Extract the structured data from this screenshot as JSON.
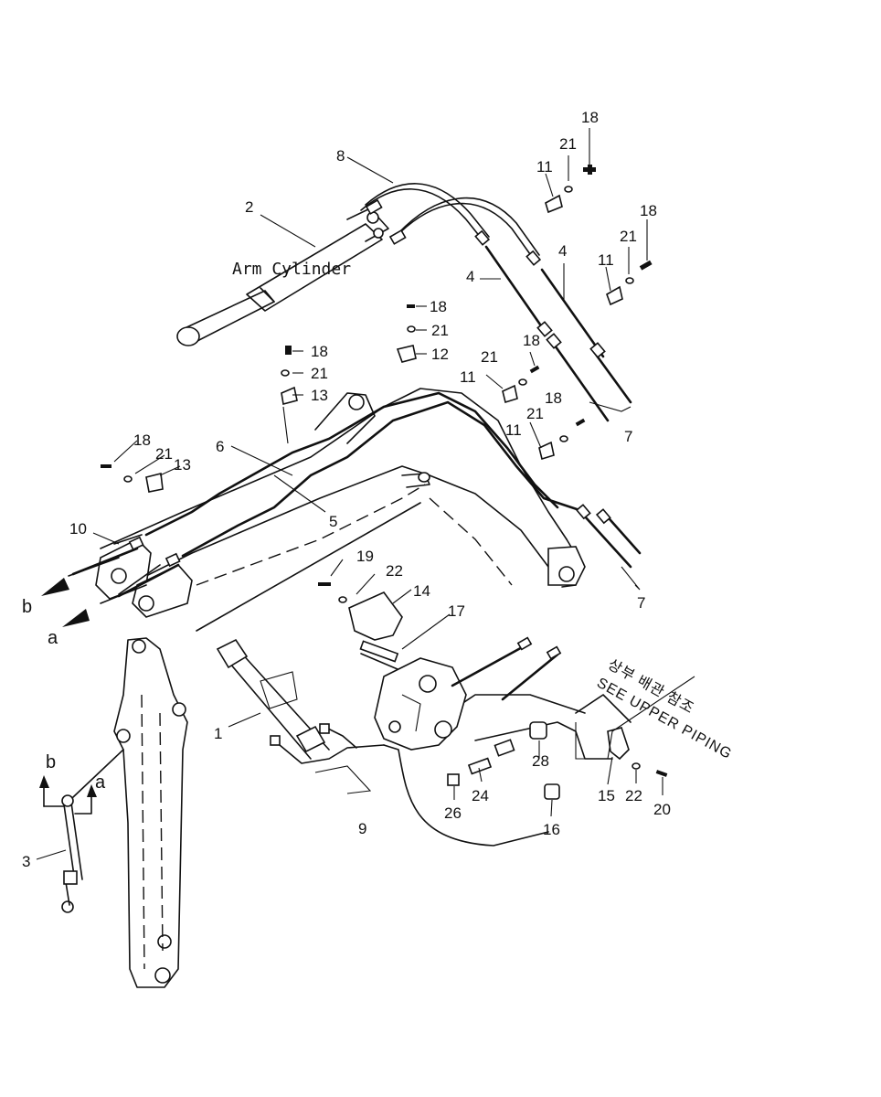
{
  "annotations": {
    "arm_cylinder": "Arm Cylinder",
    "see_upper_korean": "상부 배관 참조",
    "see_upper_english": "SEE UPPER PIPING"
  },
  "callouts": {
    "c1": "1",
    "c2": "2",
    "c3": "3",
    "c4a": "4",
    "c4b": "4",
    "c5": "5",
    "c6": "6",
    "c7a": "7",
    "c7b": "7",
    "c8": "8",
    "c9": "9",
    "c10": "10",
    "c11a": "11",
    "c11b": "11",
    "c11c": "11",
    "c11d": "11",
    "c12": "12",
    "c13a": "13",
    "c13b": "13",
    "c14": "14",
    "c15": "15",
    "c16": "16",
    "c17": "17",
    "c18a": "18",
    "c18b": "18",
    "c18c": "18",
    "c18d": "18",
    "c18e": "18",
    "c18f": "18",
    "c18g": "18",
    "c19": "19",
    "c20": "20",
    "c21a": "21",
    "c21b": "21",
    "c21c": "21",
    "c21d": "21",
    "c21e": "21",
    "c21f": "21",
    "c21g": "21",
    "c22a": "22",
    "c22b": "22",
    "c24": "24",
    "c26": "26",
    "c28": "28"
  },
  "connectors": {
    "a_top": "a",
    "b_top": "b",
    "a_side": "a",
    "b_side": "b"
  }
}
